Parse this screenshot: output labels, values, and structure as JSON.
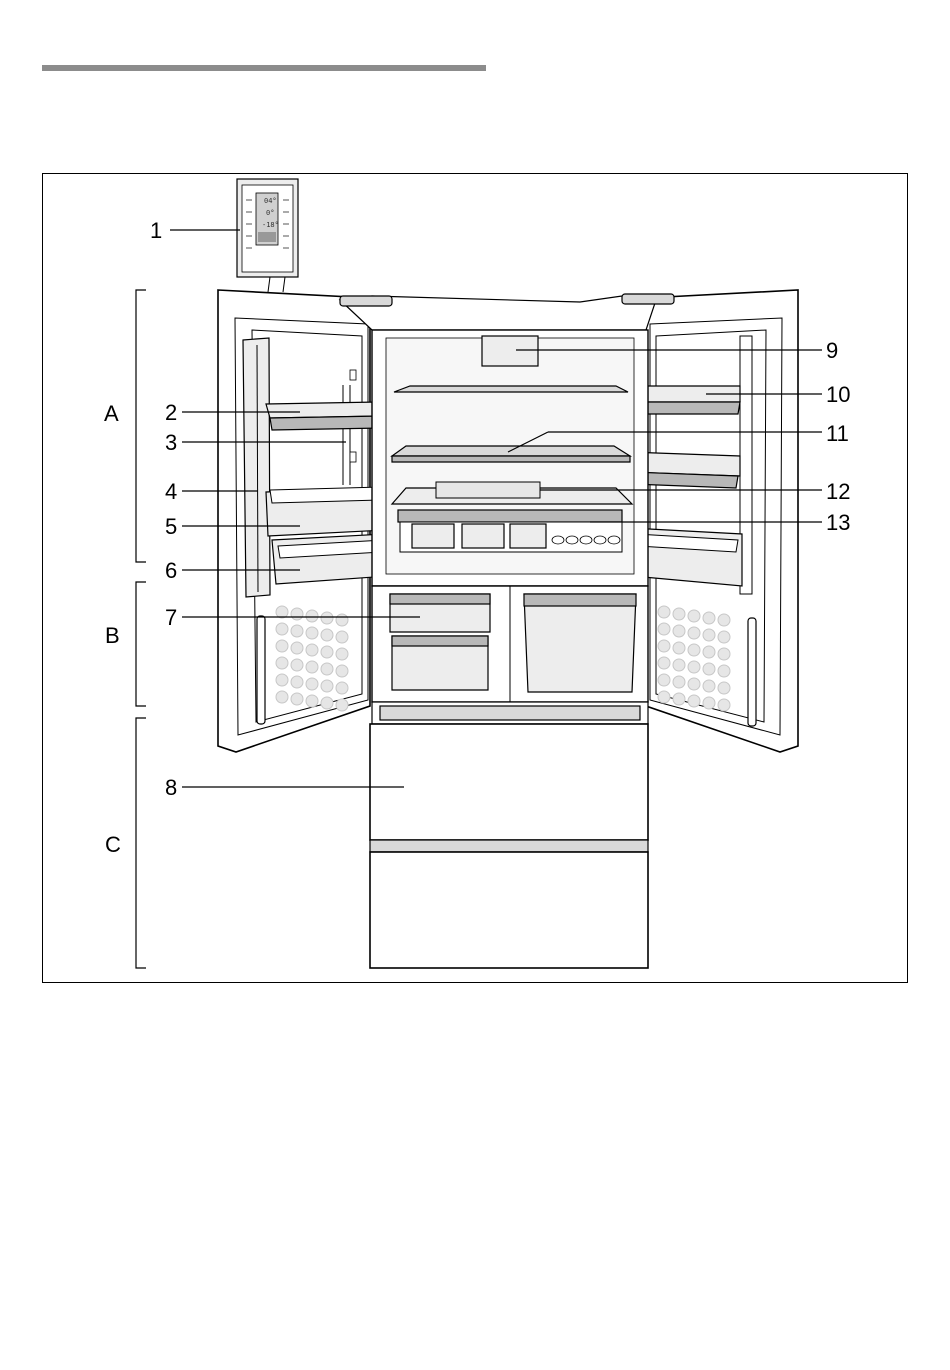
{
  "callouts": [
    {
      "id": "1",
      "label": "1"
    },
    {
      "id": "2",
      "label": "2"
    },
    {
      "id": "3",
      "label": "3"
    },
    {
      "id": "4",
      "label": "4"
    },
    {
      "id": "5",
      "label": "5"
    },
    {
      "id": "6",
      "label": "6"
    },
    {
      "id": "7",
      "label": "7"
    },
    {
      "id": "8",
      "label": "8"
    },
    {
      "id": "9",
      "label": "9"
    },
    {
      "id": "10",
      "label": "10"
    },
    {
      "id": "11",
      "label": "11"
    },
    {
      "id": "12",
      "label": "12"
    },
    {
      "id": "13",
      "label": "13"
    }
  ],
  "sections": [
    {
      "id": "A",
      "label": "A"
    },
    {
      "id": "B",
      "label": "B"
    },
    {
      "id": "C",
      "label": "C"
    }
  ],
  "control_panel_display": {
    "line1": "04°",
    "line2": "0°",
    "line3": "-18°"
  },
  "colors": {
    "header_rule": "#8c8c8c",
    "frame_border": "#000000",
    "callout_text": "#000000"
  }
}
